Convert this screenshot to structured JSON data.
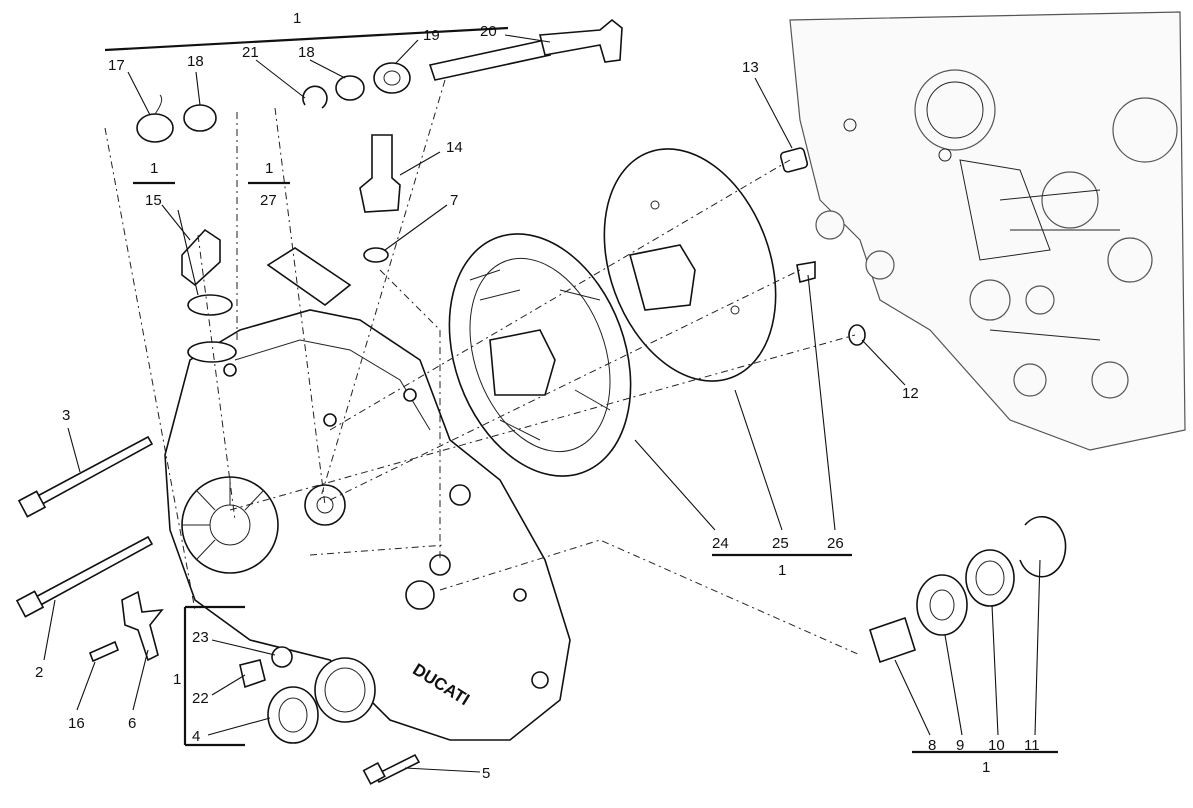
{
  "callouts": {
    "p1_top": "1",
    "p17": "17",
    "p18a": "18",
    "p21": "21",
    "p18b": "18",
    "p19": "19",
    "p20": "20",
    "p13": "13",
    "p14": "14",
    "p7": "7",
    "p1_15": "1",
    "p15": "15",
    "p1_27": "1",
    "p27": "27",
    "p3": "3",
    "p2": "2",
    "p16": "16",
    "p6": "6",
    "p23": "23",
    "p22": "22",
    "p4": "4",
    "p1_left": "1",
    "p5": "5",
    "p12": "12",
    "p24": "24",
    "p25": "25",
    "p26": "26",
    "p1_mid": "1",
    "p8": "8",
    "p9": "9",
    "p10": "10",
    "p11": "11",
    "p1_bottom": "1"
  },
  "cover_logo": "DUCATI"
}
